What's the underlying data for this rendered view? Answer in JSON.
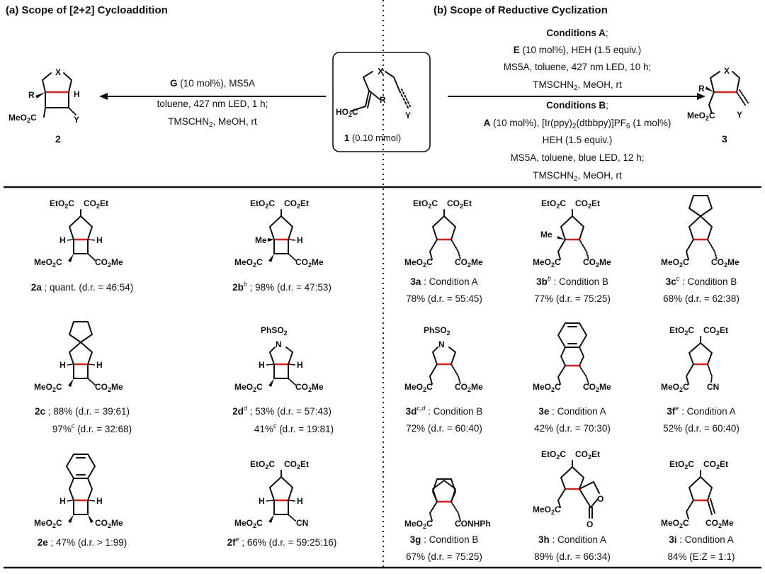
{
  "panel_a_title": "(a) Scope of [2+2] Cycloaddition",
  "panel_b_title": "(b) Scope of Reductive Cyclization",
  "reagent_a": {
    "line1_bold": "G",
    "line1_rest": "(10 mol%), MS5A",
    "line2": "toluene, 427 nm LED, 1 h;",
    "line3a": "TMSCHN",
    "line3sub": "2",
    "line3b": ", MeOH, rt"
  },
  "substrate": {
    "label_bold": "1",
    "label_rest": "(0.10 mmol)",
    "X": "X",
    "Y": "Y",
    "R": "R",
    "acid": "HO",
    "acid_sub": "2",
    "acid_c": "C"
  },
  "reagent_b": {
    "condA_title": "Conditions A",
    "a1_bold": "E",
    "a1_rest": "(10 mol%), HEH (1.5 equiv.)",
    "a2": "MS5A, toluene, 427 nm LED, 10 h;",
    "a3a": "TMSCHN",
    "a3sub": "2",
    "a3b": ", MeOH, rt",
    "condB_title": "Conditions B",
    "b1_bold": "A",
    "b1_rest": "(10 mol%), [Ir(ppy)",
    "b1_sub2": "2",
    "b1_mid": "(dtbbpy)]PF",
    "b1_sub6": "6",
    "b1_end": "(1 mol%)",
    "b2": "HEH (1.5 equiv.)",
    "b3": "MS5A, toluene, blue LED, 12 h;",
    "b4a": "TMSCHN",
    "b4sub": "2",
    "b4b": ", MeOH, rt"
  },
  "product_2_label": "2",
  "product_3_label": "3",
  "compounds_a": [
    {
      "id": "2a",
      "sup": "",
      "text": "; quant. (d.r. = 46:54)",
      "extra": ""
    },
    {
      "id": "2b",
      "sup": "b",
      "text": "; 98% (d.r. = 47:53)",
      "extra": ""
    },
    {
      "id": "2c",
      "sup": "",
      "text": "; 88% (d.r. = 39:61)",
      "extra": "97%",
      "extra_sup": "c",
      "extra_rest": "(d.r. = 32:68)"
    },
    {
      "id": "2d",
      "sup": "d",
      "text": "; 53% (d.r. = 57:43)",
      "extra": "41%",
      "extra_sup": "c",
      "extra_rest": "(d.r. = 19:81)"
    },
    {
      "id": "2e",
      "sup": "",
      "text": "; 47% (d.r. > 1:99)",
      "extra": ""
    },
    {
      "id": "2f",
      "sup": "e",
      "text": "; 66% (d.r. = 59:25:16)",
      "extra": ""
    }
  ],
  "compounds_b": [
    {
      "id": "3a",
      "sup": "",
      "cond": ": Condition A",
      "yield": "78% (d.r. = 55:45)"
    },
    {
      "id": "3b",
      "sup": "b",
      "cond": ": Condition B",
      "yield": "77% (d.r. = 75:25)"
    },
    {
      "id": "3c",
      "sup": "c",
      "cond": ": Condition B",
      "yield": "68% (d.r. = 62:38)"
    },
    {
      "id": "3d",
      "sup": "c,d",
      "cond": ": Condition B",
      "yield": "72% (d.r. = 60:40)"
    },
    {
      "id": "3e",
      "sup": "",
      "cond": ": Condition A",
      "yield": "42% (d.r. = 70:30)"
    },
    {
      "id": "3f",
      "sup": "e",
      "cond": ": Condition A",
      "yield": "52% (d.r. = 60:40)"
    },
    {
      "id": "3g",
      "sup": "",
      "cond": ": Condition B",
      "yield": "67% (d.r. = 75:25)"
    },
    {
      "id": "3h",
      "sup": "",
      "cond": ": Condition A",
      "yield": "89% (d.r. = 66:34)"
    },
    {
      "id": "3i",
      "sup": "",
      "cond": ": Condition A",
      "yield": "84% (E:Z = 1:1)"
    }
  ],
  "groups": {
    "EtO2C": "EtO",
    "CO2Et": "CO",
    "Et": "Et",
    "MeO2C": "MeO",
    "CO2Me": "CO",
    "Me": "Me",
    "H": "H",
    "N": "N",
    "PhSO2": "PhSO",
    "CN": "CN",
    "CONHPh": "CONHPh",
    "O": "O",
    "two": "2",
    "C": "C"
  }
}
